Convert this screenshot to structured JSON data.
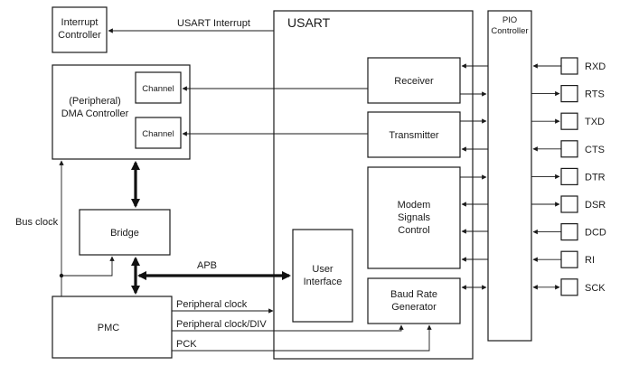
{
  "blocks": {
    "interrupt_controller": [
      "Interrupt",
      "Controller"
    ],
    "dma_controller": [
      "(Peripheral)",
      "DMA Controller"
    ],
    "channel": "Channel",
    "bridge": "Bridge",
    "pmc": "PMC",
    "usart": "USART",
    "receiver": "Receiver",
    "transmitter": "Transmitter",
    "modem": [
      "Modem",
      "Signals",
      "Control"
    ],
    "baud": [
      "Baud Rate",
      "Generator"
    ],
    "user_interface": [
      "User",
      "Interface"
    ],
    "pio": [
      "PIO",
      "Controller"
    ]
  },
  "signals": {
    "usart_interrupt": "USART Interrupt",
    "bus_clock": "Bus clock",
    "apb": "APB",
    "peripheral_clock": "Peripheral clock",
    "peripheral_clock_div": "Peripheral clock/DIV",
    "pck": "PCK"
  },
  "pins": [
    "RXD",
    "RTS",
    "TXD",
    "CTS",
    "DTR",
    "DSR",
    "DCD",
    "RI",
    "SCK"
  ]
}
